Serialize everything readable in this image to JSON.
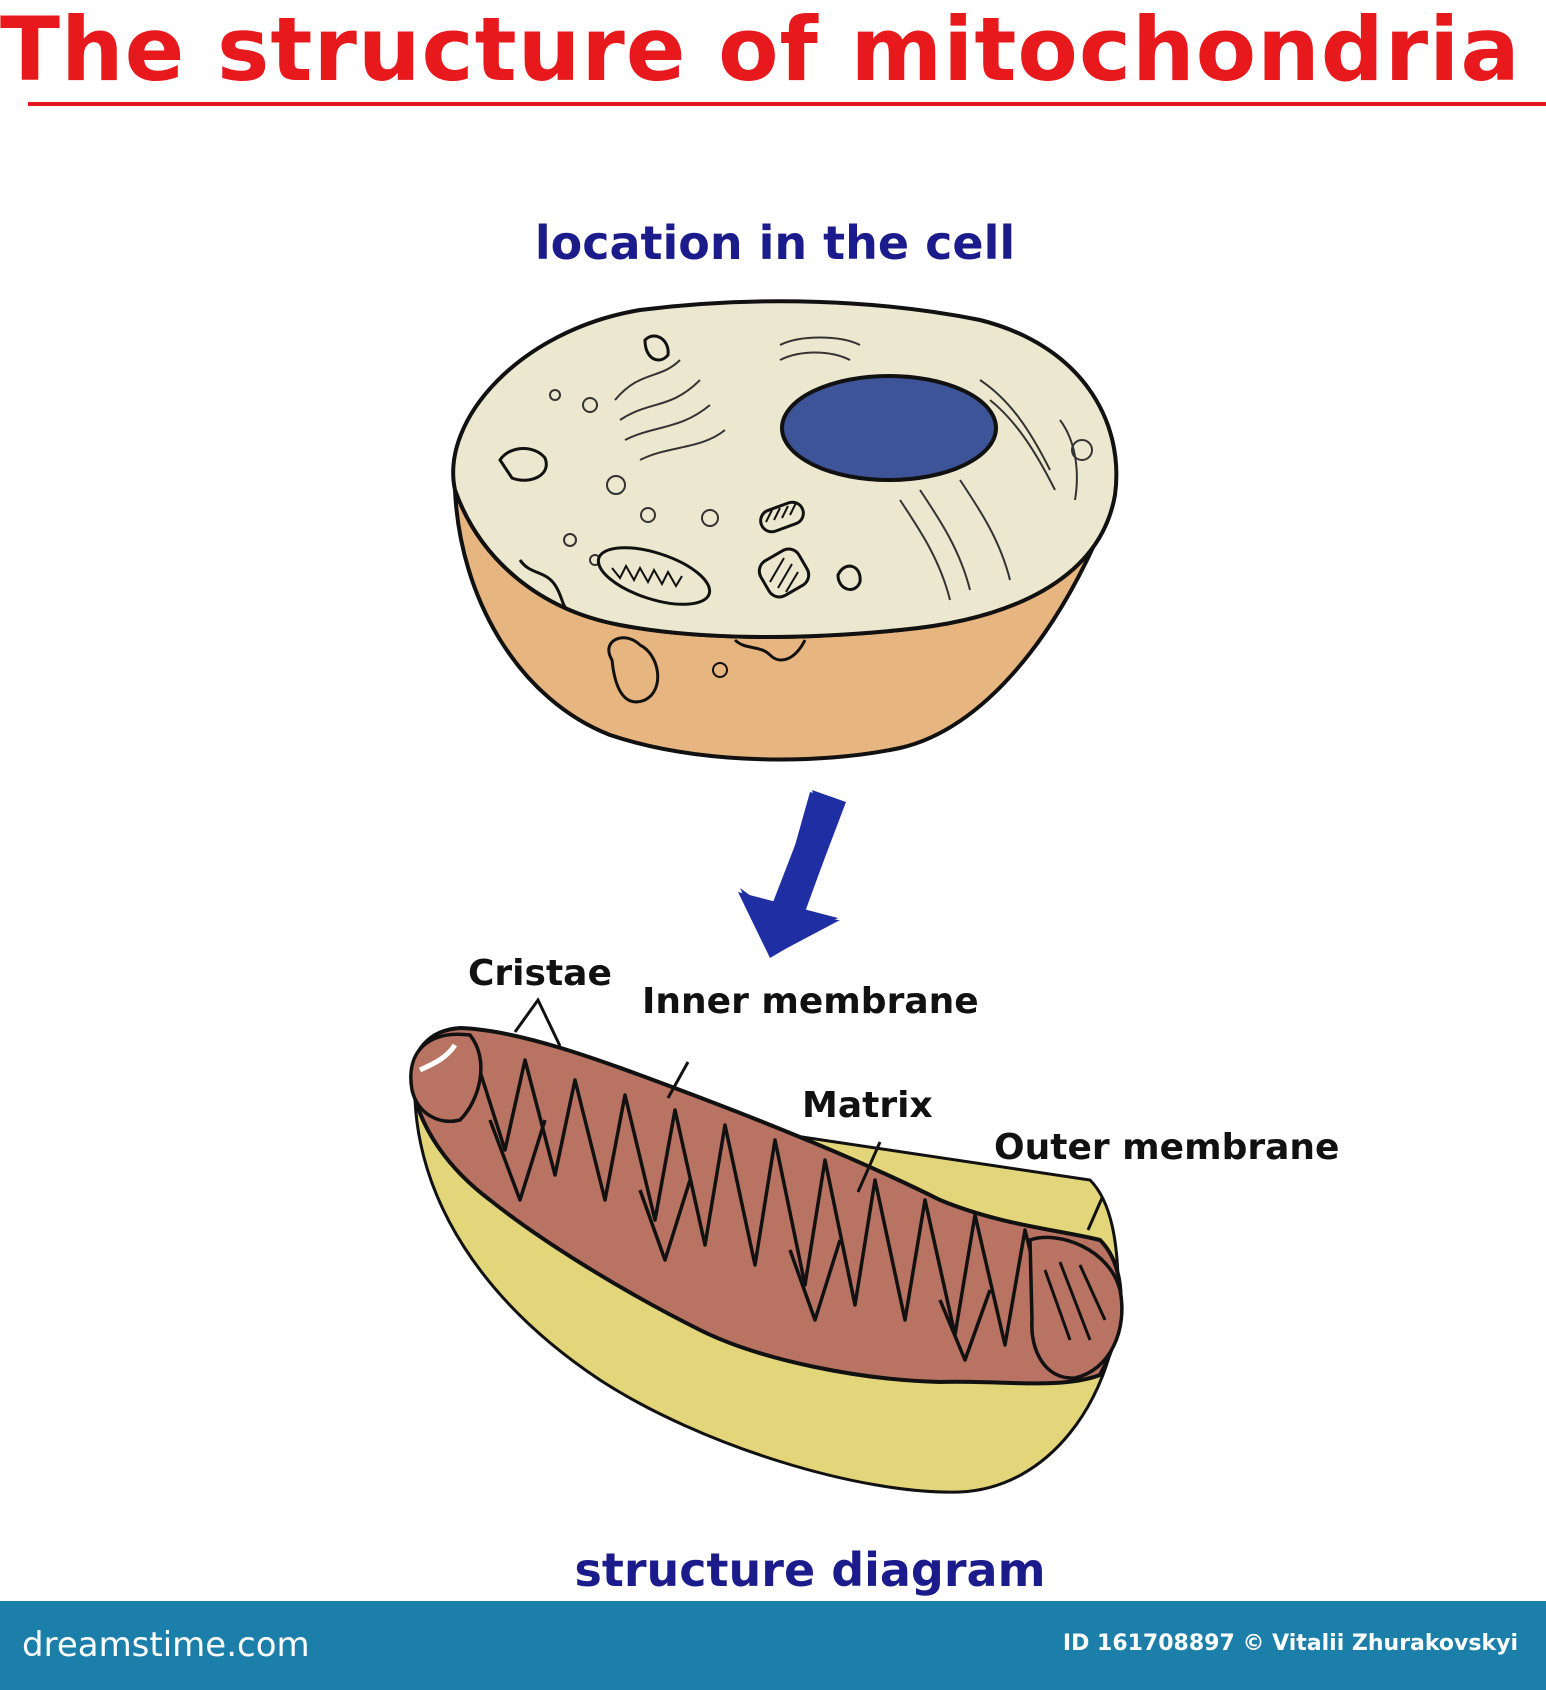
{
  "title": "The structure of mitochondria",
  "sections": {
    "location_heading": "location in the cell",
    "structure_heading": "structure diagram"
  },
  "labels": {
    "cristae": "Cristae",
    "inner_membrane": "Inner membrane",
    "matrix": "Matrix",
    "outer_membrane": "Outer membrane"
  },
  "footer": {
    "brand": "dreamstime.com",
    "credit": "ID 161708897 © Vitalii Zhurakovskyi"
  },
  "colors": {
    "title_red": "#e8191c",
    "heading_navy": "#1b1b8c",
    "cell_top": "#ece8cf",
    "cell_side": "#e7b57f",
    "nucleus": "#3e5499",
    "arrow": "#1f2fa3",
    "mito_inner": "#b87363",
    "mito_outer": "#e2d57a",
    "footer_bar": "#1b7fa9"
  }
}
